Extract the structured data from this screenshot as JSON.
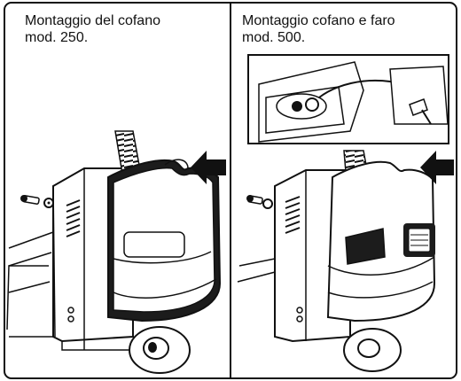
{
  "panels": [
    {
      "caption_line1": "Montaggio del cofano",
      "caption_line2": "mod. 250."
    },
    {
      "caption_line1": "Montaggio cofano e faro",
      "caption_line2": "mod. 500."
    }
  ],
  "colors": {
    "ink": "#111111",
    "paper": "#ffffff",
    "hood_fill": "#1c1c1c"
  },
  "icons": [
    "arrow-left-icon",
    "screw-icon",
    "washer-icon",
    "spring-hose-icon",
    "headlight-icon"
  ]
}
